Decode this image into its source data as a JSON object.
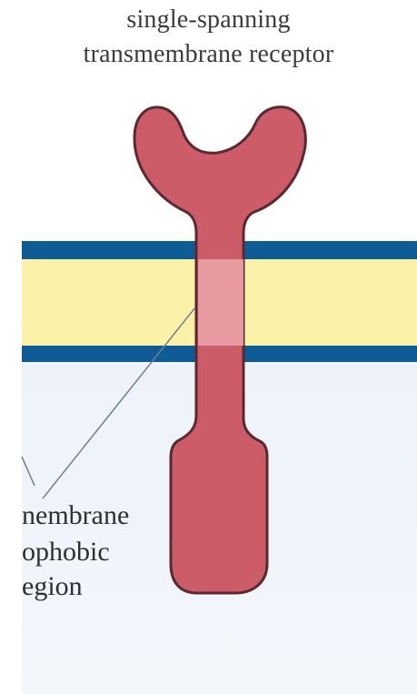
{
  "title": {
    "line1": "single-spanning",
    "line2": "transmembrane receptor"
  },
  "label": {
    "line1": "nembrane",
    "line2": "ophobic",
    "line3": "egion"
  },
  "colors": {
    "receptor_fill": "#cc5c68",
    "receptor_stroke": "#5a2a31",
    "membrane_blue": "#0f5b95",
    "membrane_yellow": "#fbf1a9",
    "hydrophobic_region": "#e99fa5",
    "pointer_line": "#6f8096",
    "background_lower": "#eef3fa"
  }
}
